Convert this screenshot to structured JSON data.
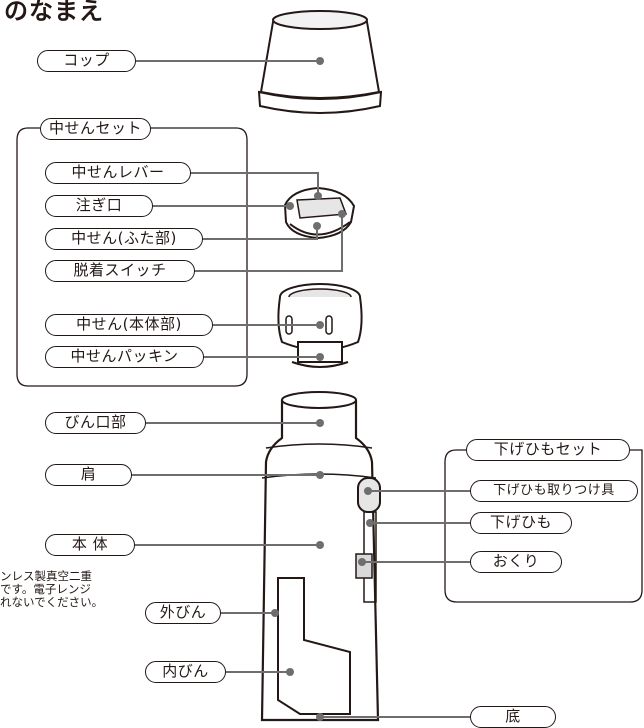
{
  "title": "のなまえ",
  "parts": {
    "cup": "コップ",
    "stopper_set": "中せんセット",
    "stopper_lever": "中せんレバー",
    "spout": "注ぎ口",
    "stopper_lid": "中せん(ふた部)",
    "release_switch": "脱着スイッチ",
    "stopper_body": "中せん(本体部)",
    "stopper_packing": "中せんパッキン",
    "bottle_mouth": "びん口部",
    "shoulder": "肩",
    "main_body": "本 体",
    "outer_bottle": "外びん",
    "inner_bottle": "内びん",
    "bottom": "底",
    "strap_set": "下げひもセット",
    "strap_mount": "下げひも取りつけ具",
    "strap": "下げひも",
    "strap_slider": "おくり"
  },
  "note": [
    "ンレス製真空二重",
    "です。電子レンジ",
    "れないでください。"
  ],
  "colors": {
    "ink": "#231815",
    "line_gray": "#6e6e6e",
    "fill_gray": "#d9d9d9"
  }
}
